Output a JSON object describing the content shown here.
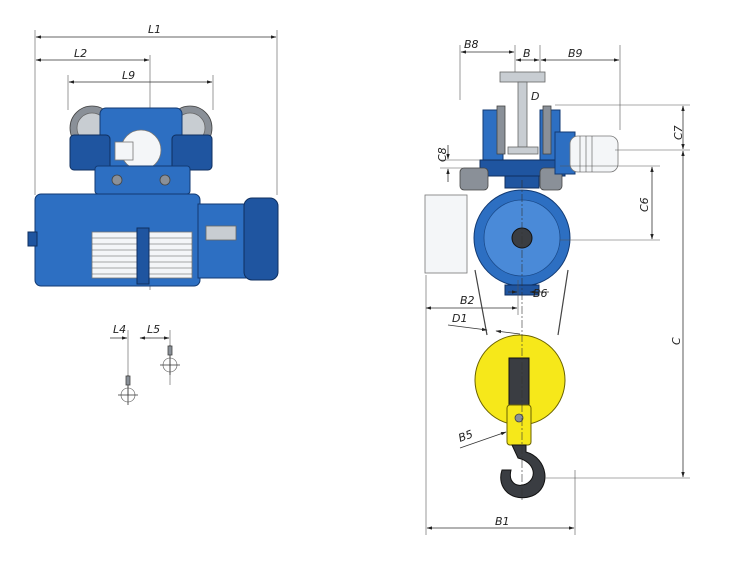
{
  "drawing": {
    "front_view": {
      "dimensions": [
        "L1",
        "L2",
        "L9",
        "L4",
        "L5"
      ]
    },
    "side_view": {
      "dimensions": [
        "B8",
        "B",
        "B9",
        "D",
        "C7",
        "C8",
        "C6",
        "B2",
        "B6",
        "D1",
        "C",
        "B5",
        "B1"
      ]
    }
  },
  "colors": {
    "body": "#2d6fc2",
    "hook_block": "#f6e81a",
    "hook": "#3a3d42",
    "motor_cover": "#f4f6f8"
  }
}
